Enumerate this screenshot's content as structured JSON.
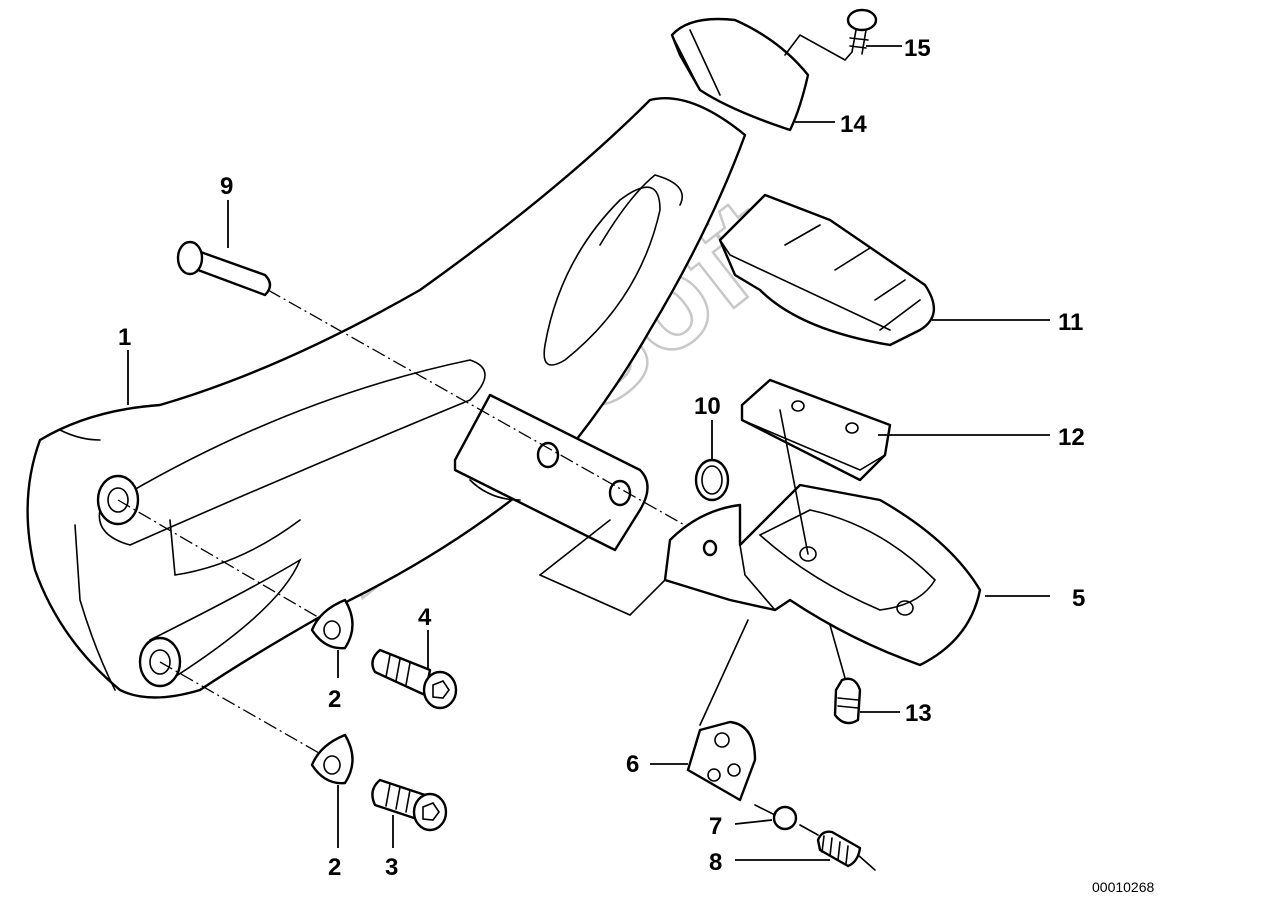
{
  "diagram": {
    "watermark": "AutoSoft",
    "document_number": "00010268",
    "callouts": [
      {
        "id": "c1",
        "label": "1"
      },
      {
        "id": "c2a",
        "label": "2"
      },
      {
        "id": "c2b",
        "label": "2"
      },
      {
        "id": "c3",
        "label": "3"
      },
      {
        "id": "c4",
        "label": "4"
      },
      {
        "id": "c5",
        "label": "5"
      },
      {
        "id": "c6",
        "label": "6"
      },
      {
        "id": "c7",
        "label": "7"
      },
      {
        "id": "c8",
        "label": "8"
      },
      {
        "id": "c9",
        "label": "9"
      },
      {
        "id": "c10",
        "label": "10"
      },
      {
        "id": "c11",
        "label": "11"
      },
      {
        "id": "c12",
        "label": "12"
      },
      {
        "id": "c13",
        "label": "13"
      },
      {
        "id": "c14",
        "label": "14"
      },
      {
        "id": "c15",
        "label": "15"
      }
    ]
  }
}
